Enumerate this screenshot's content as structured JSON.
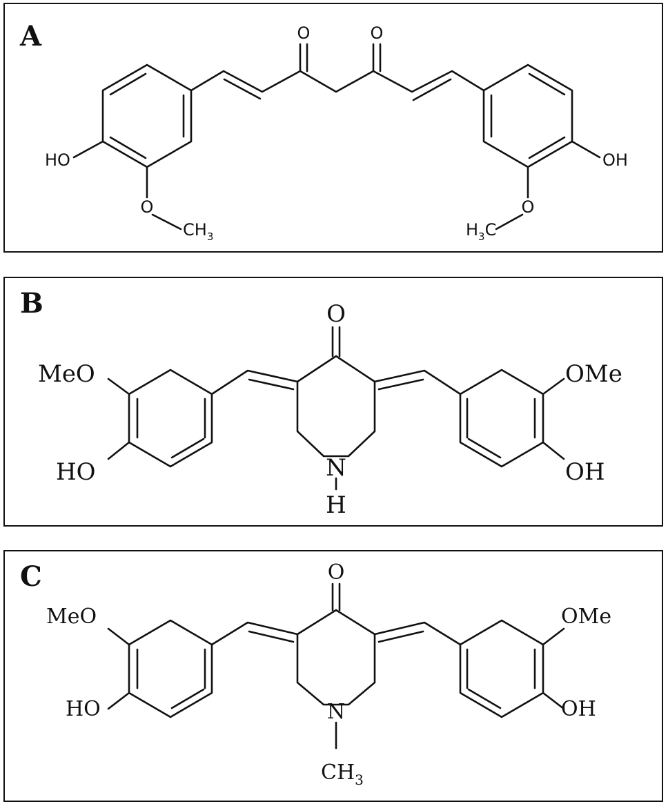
{
  "panels": [
    {
      "label": "A",
      "atoms": {
        "carbonyl_left": "O",
        "carbonyl_right": "O",
        "hydroxyl_left": "HO",
        "hydroxyl_right": "OH",
        "ether_left": "O",
        "ether_right": "O",
        "methyl_left": "CH",
        "methyl_left_sub": "3",
        "methyl_right": "H",
        "methyl_right_sub": "3",
        "methyl_right_tail": "C"
      }
    },
    {
      "label": "B",
      "atoms": {
        "carbonyl": "O",
        "methoxy_left": "MeO",
        "methoxy_right": "OMe",
        "hydroxyl_left": "HO",
        "hydroxyl_right": "OH",
        "nitrogen": "N",
        "nitrogen_h": "H"
      }
    },
    {
      "label": "C",
      "atoms": {
        "carbonyl": "O",
        "methoxy_left": "MeO",
        "methoxy_right": "OMe",
        "hydroxyl_left": "HO",
        "hydroxyl_right": "OH",
        "nitrogen": "N",
        "n_methyl": "CH",
        "n_methyl_sub": "3"
      }
    }
  ]
}
